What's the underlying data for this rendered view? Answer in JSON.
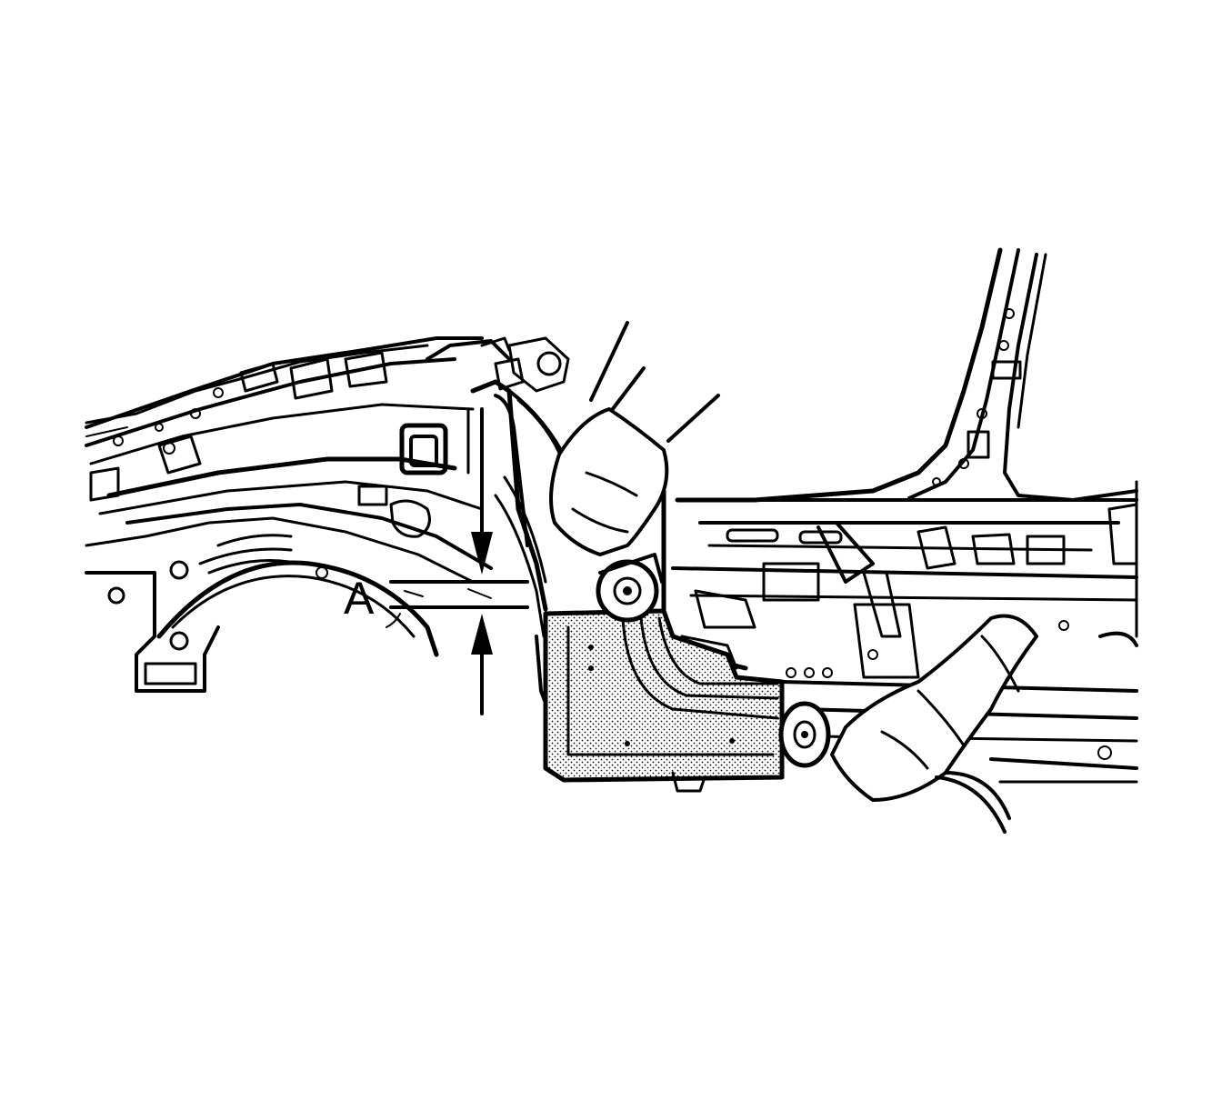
{
  "diagram": {
    "callout_label": "A",
    "colors": {
      "line": "#000000",
      "background": "#ffffff",
      "shaded_panel": "#d9d9d9"
    },
    "parts": [
      "front-rail-structure",
      "hinge-pillar",
      "rocker-panel",
      "shaded-replacement-panel",
      "technician-hands",
      "measurement-arrows"
    ]
  }
}
